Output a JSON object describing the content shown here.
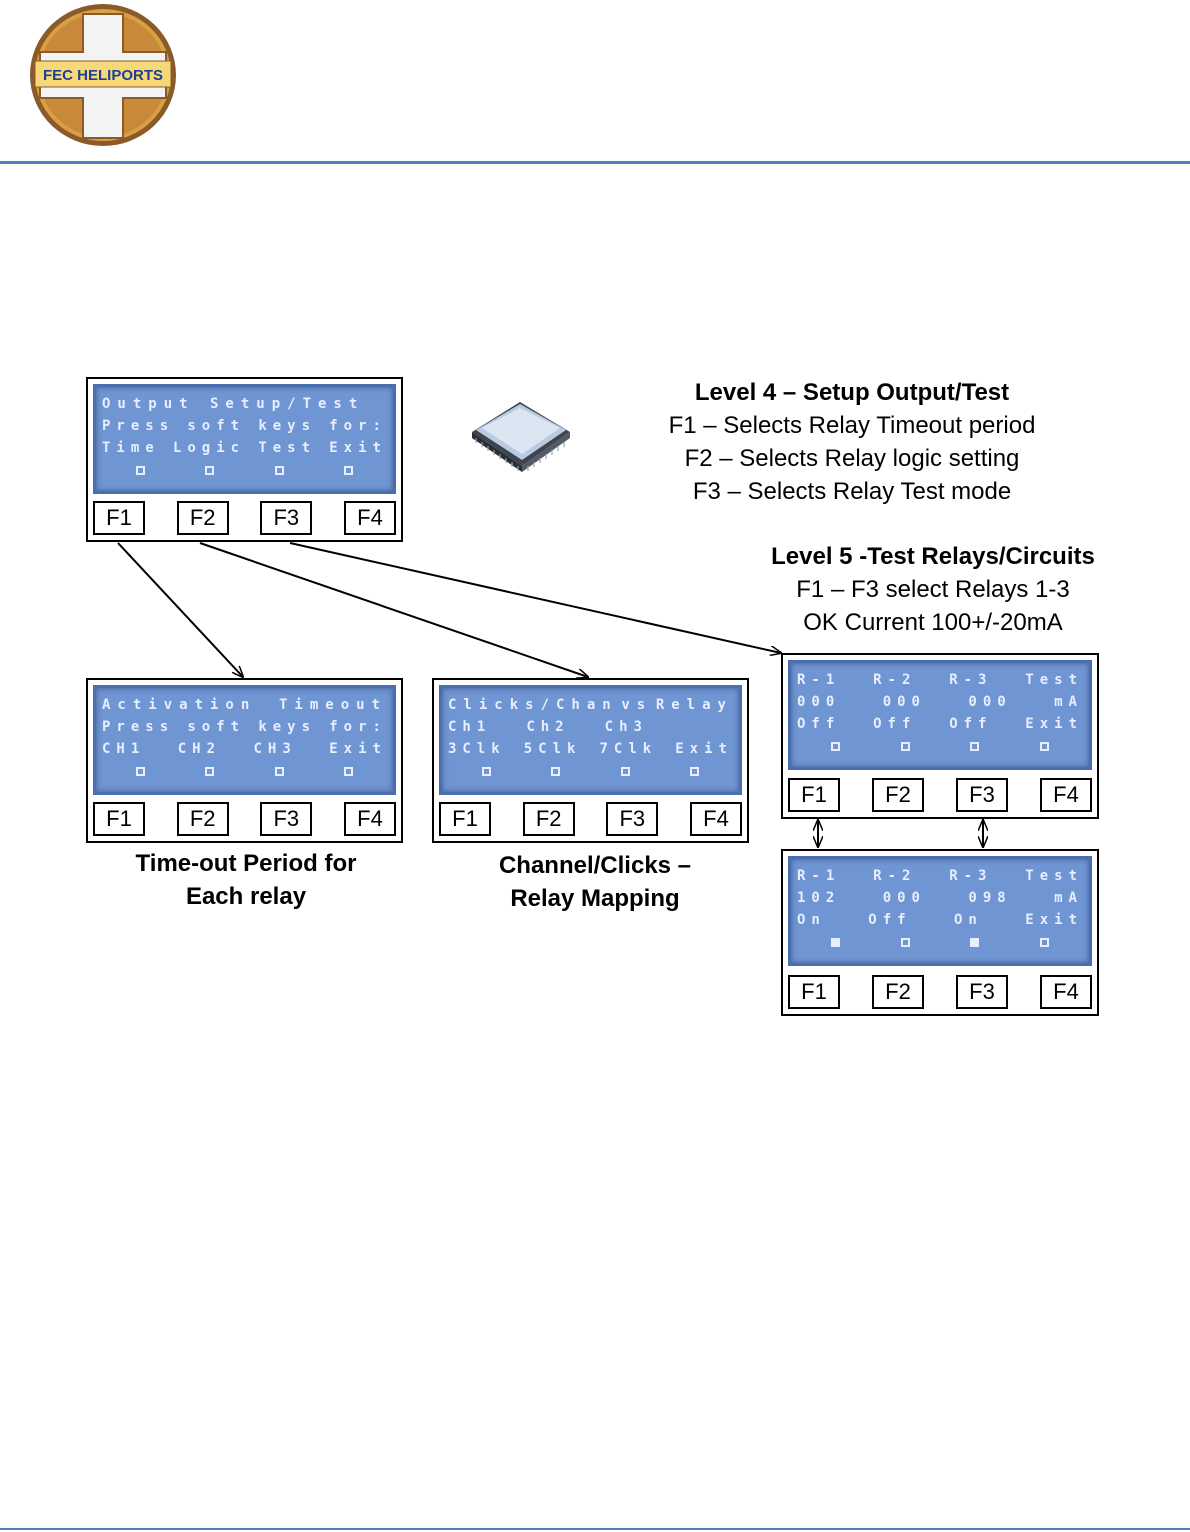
{
  "logo": {
    "text": "FEC HELIPORTS"
  },
  "level4": {
    "title": "Level 4 – Setup Output/Test",
    "lines": [
      "F1 – Selects Relay Timeout period",
      "F2 – Selects Relay logic setting",
      "F3 – Selects Relay Test mode"
    ]
  },
  "level5": {
    "title": "Level 5 -Test Relays/Circuits",
    "lines": [
      "F1 – F3 select Relays 1-3",
      "OK Current 100+/-20mA"
    ]
  },
  "captions": {
    "timeout": [
      "Time-out Period for",
      "Each relay"
    ],
    "mapping": [
      "Channel/Clicks –",
      "Relay Mapping"
    ]
  },
  "fkeys": [
    "F1",
    "F2",
    "F3",
    "F4"
  ],
  "panels": {
    "setup": {
      "rows": [
        [
          "Output Setup/Test"
        ],
        [
          "Press",
          "soft",
          "keys",
          "for:"
        ],
        [
          "Time",
          "Logic",
          "Test",
          "Exit"
        ]
      ],
      "checks": [
        false,
        false,
        false,
        false
      ]
    },
    "timeout": {
      "rows": [
        [
          "Activation",
          "Timeout"
        ],
        [
          "Press",
          "soft",
          "keys",
          "for:"
        ],
        [
          "CH1",
          "CH2",
          "CH3",
          "Exit"
        ]
      ],
      "checks": [
        false,
        false,
        false,
        false
      ]
    },
    "mapping": {
      "rows": [
        [
          "Clicks/Chan",
          "vs",
          "Relay"
        ],
        [
          "Ch1",
          "Ch2",
          "Ch3",
          ""
        ],
        [
          "3Clk",
          "5Clk",
          "7Clk",
          "Exit"
        ]
      ],
      "checks": [
        false,
        false,
        false,
        false
      ]
    },
    "test_off": {
      "rows": [
        [
          "R-1",
          "R-2",
          "R-3",
          "Test"
        ],
        [
          "000",
          "000",
          "000",
          "mA"
        ],
        [
          "Off",
          "Off",
          "Off",
          "Exit"
        ]
      ],
      "checks": [
        false,
        false,
        false,
        false
      ]
    },
    "test_on": {
      "rows": [
        [
          "R-1",
          "R-2",
          "R-3",
          "Test"
        ],
        [
          "102",
          "000",
          "098",
          "mA"
        ],
        [
          "On",
          "Off",
          "On",
          "Exit"
        ]
      ],
      "checks": [
        true,
        false,
        true,
        false
      ]
    }
  }
}
